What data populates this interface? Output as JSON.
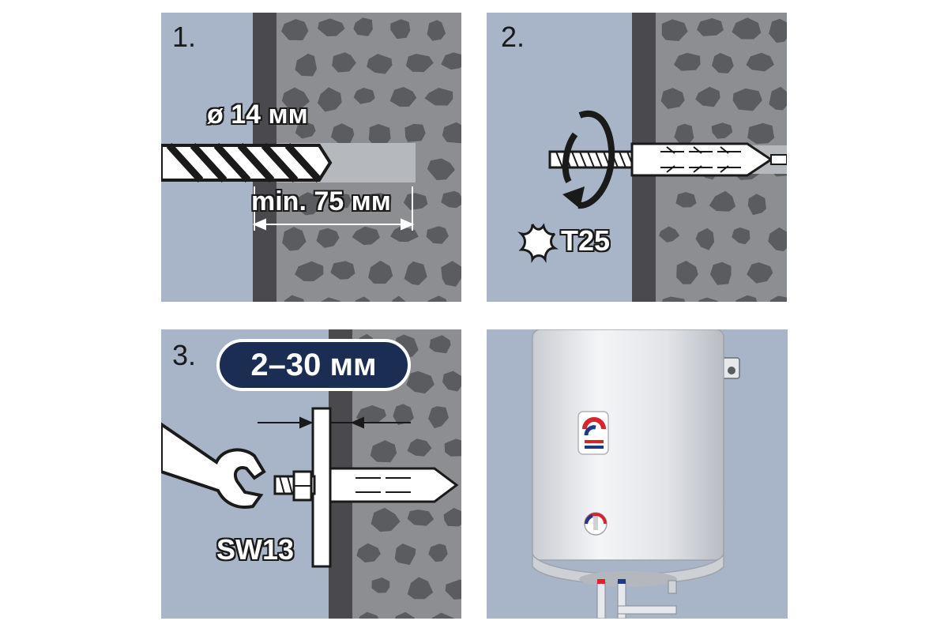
{
  "steps": {
    "s1": "1.",
    "s2": "2.",
    "s3": "3."
  },
  "panel1": {
    "diameter_label": "ø 14 мм",
    "depth_label": "min. 75 мм"
  },
  "panel2": {
    "torx_label": "T25"
  },
  "panel3": {
    "range_label": "2–30 мм",
    "wrench_label": "SW13"
  },
  "colors": {
    "background": "#a8b4c8",
    "wall_dark": "#4a4a4e",
    "stone_bg": "#8c8e92",
    "stone": "#5b5c60",
    "pill": "#1b2d52",
    "boiler": "#e6e8ec",
    "accent_red": "#d7252b",
    "accent_blue": "#1b3a8c"
  },
  "icons": [
    "drill-bit-icon",
    "anchor-bolt-icon",
    "rotation-arrow-icon",
    "torx-star-icon",
    "wrench-icon",
    "nut-icon",
    "water-heater-icon",
    "brand-logo-icon",
    "thermostat-knob-icon"
  ]
}
